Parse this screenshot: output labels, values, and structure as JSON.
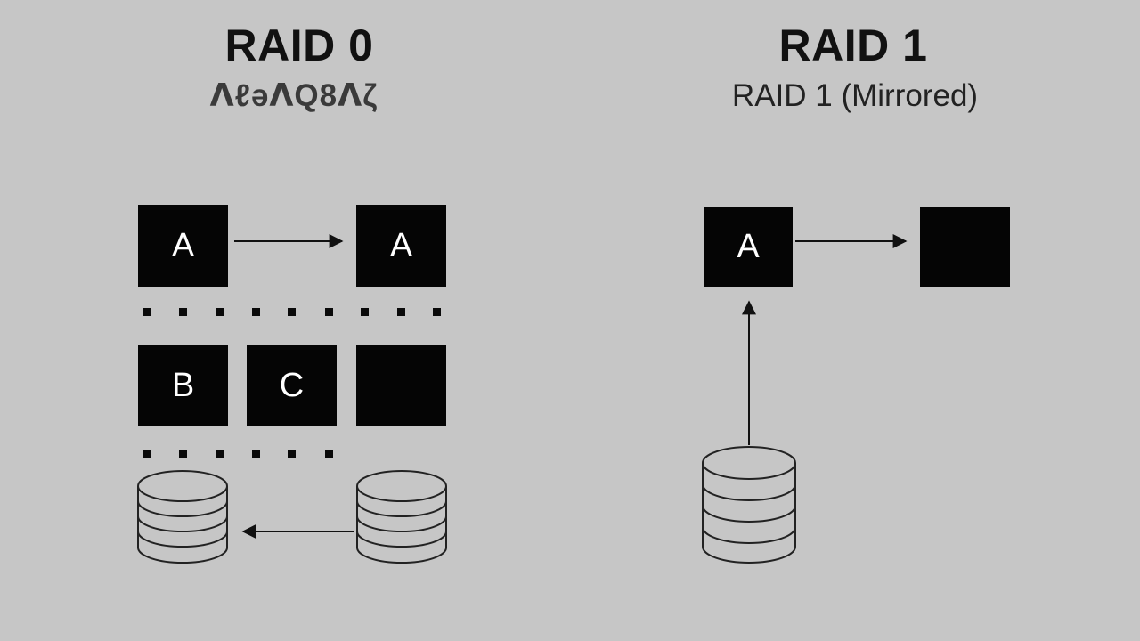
{
  "raid0": {
    "title": "RAID 0",
    "subtitle": "ᐱℓəᐱQ8ᐱζ",
    "blocks": [
      "A",
      "A",
      "B",
      "C",
      ""
    ]
  },
  "raid1": {
    "title": "RAID 1",
    "subtitle": "RAID 1 (Mirrored)",
    "blocks": [
      "A",
      ""
    ]
  },
  "colors": {
    "background": "#c6c6c6",
    "block_fill": "#050505",
    "block_text": "#ffffff",
    "line": "#111111"
  },
  "icons": [
    "disk-stack-icon",
    "arrow-right-icon",
    "arrow-left-icon",
    "arrow-up-icon"
  ]
}
